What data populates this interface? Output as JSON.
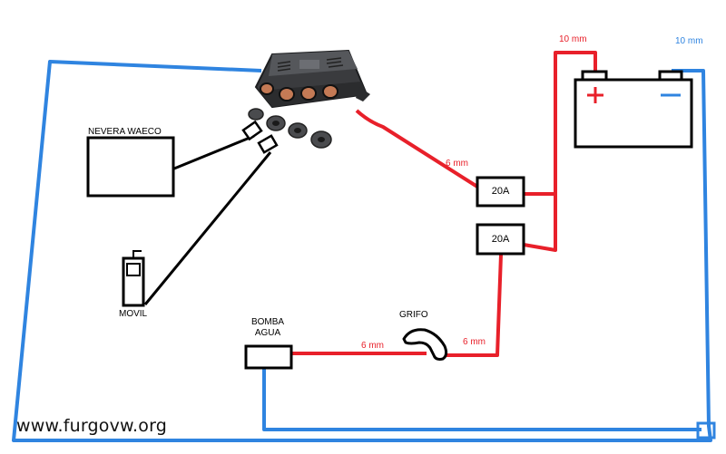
{
  "labels": {
    "fridge": "NEVERA WAECO",
    "phone": "MOVIL",
    "pump_line1": "BOMBA",
    "pump_line2": "AGUA",
    "tap": "GRIFO",
    "wire_battery_pos": "10 mm",
    "wire_battery_neg": "10 mm",
    "wire_socket": "6 mm",
    "wire_pump_tap": "6 mm",
    "wire_tap_fuse": "6 mm",
    "fuse_1": "20A",
    "fuse_2": "20A",
    "battery_plus": "+",
    "battery_minus": "−"
  },
  "watermark": "www.furgovw.org",
  "colors": {
    "positive_wire": "#e8202a",
    "negative_wire": "#2f84e0",
    "device_wire": "#000000"
  }
}
